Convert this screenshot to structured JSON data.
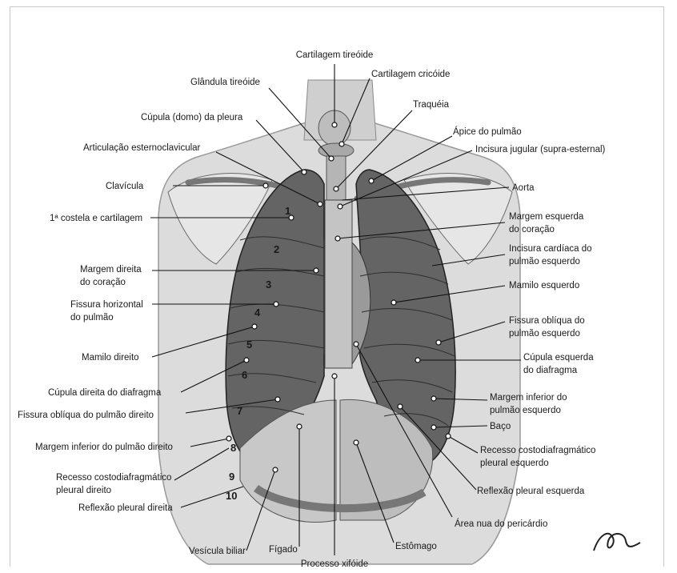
{
  "labels": {
    "cartilagem_tireoide": "Cartilagem tireóide",
    "glandula_tireoide": "Glândula tireóide",
    "cartilagem_cricoide": "Cartilagem cricóide",
    "traqueia": "Traquéia",
    "cupula_pleura": "Cúpula (domo) da pleura",
    "apice_pulmao": "Ápice do pulmão",
    "articulacao": "Articulação esternoclavicular",
    "incisura_jugular": "Incisura jugular (supra-esternal)",
    "clavicula": "Clavícula",
    "aorta": "Aorta",
    "primeira_costela": "1ª costela e cartilagem",
    "margem_esq_coracao_1": "Margem esquerda",
    "margem_esq_coracao_2": "do coração",
    "incisura_cardiaca_1": "Incisura cardíaca do",
    "incisura_cardiaca_2": "pulmão esquerdo",
    "margem_dir_coracao_1": "Margem direita",
    "margem_dir_coracao_2": "do coração",
    "mamilo_esquerdo": "Mamilo esquerdo",
    "fissura_horizontal_1": "Fissura horizontal",
    "fissura_horizontal_2": "do pulmão",
    "fissura_obliqua_esq_1": "Fissura oblíqua do",
    "fissura_obliqua_esq_2": "pulmão esquerdo",
    "mamilo_direito": "Mamilo direito",
    "cupula_esq_1": "Cúpula esquerda",
    "cupula_esq_2": "do diafragma",
    "cupula_dir": "Cúpula direita do diafragma",
    "margem_inf_esq_1": "Margem inferior do",
    "margem_inf_esq_2": "pulmão esquerdo",
    "fissura_obliqua_dir": "Fissura oblíqua do pulmão direito",
    "baco": "Baço",
    "margem_inf_dir": "Margem inferior do pulmão direito",
    "recesso_esq_1": "Recesso costodiafragmático",
    "recesso_esq_2": "pleural esquerdo",
    "recesso_dir_1": "Recesso costodiafragmático",
    "recesso_dir_2": "pleural direito",
    "reflexao_esq": "Reflexão pleural esquerda",
    "reflexao_dir": "Reflexão pleural direita",
    "area_nua": "Área nua do pericárdio",
    "vesicula": "Vesícula biliar",
    "figado": "Fígado",
    "estomago": "Estômago",
    "processo_xifoide": "Processo xifóide"
  },
  "rib_numbers": [
    "1",
    "2",
    "3",
    "4",
    "5",
    "6",
    "7",
    "8",
    "9",
    "10"
  ],
  "colors": {
    "lung": "#5f5f5f",
    "skin": "#d6d6d6",
    "background": "#ffffff"
  }
}
